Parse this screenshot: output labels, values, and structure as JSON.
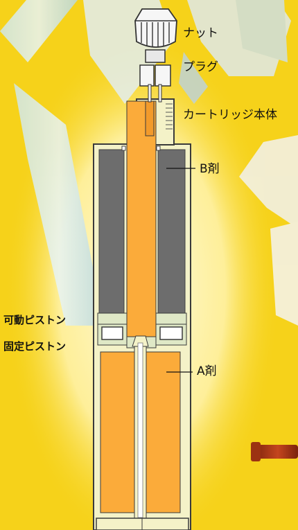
{
  "labels": {
    "nut": "ナット",
    "plug": "プラグ",
    "cartridge_body": "カートリッジ本体",
    "agent_b": "B剤",
    "movable_piston": "可動ピストン",
    "fixed_piston": "固定ピストン",
    "agent_a": "A剤"
  },
  "colors": {
    "background_yellow": "#f6d21a",
    "glow": "#fff7c4",
    "agent_a_orange": "#fbab3a",
    "agent_b_gray": "#6d6d6d",
    "cartridge_wall": "#f4f2c8",
    "piston_green": "#dfe8c6",
    "outline": "#3a3a3a"
  },
  "icons": [
    "tool-photo-background",
    "red-pipe-photo"
  ]
}
